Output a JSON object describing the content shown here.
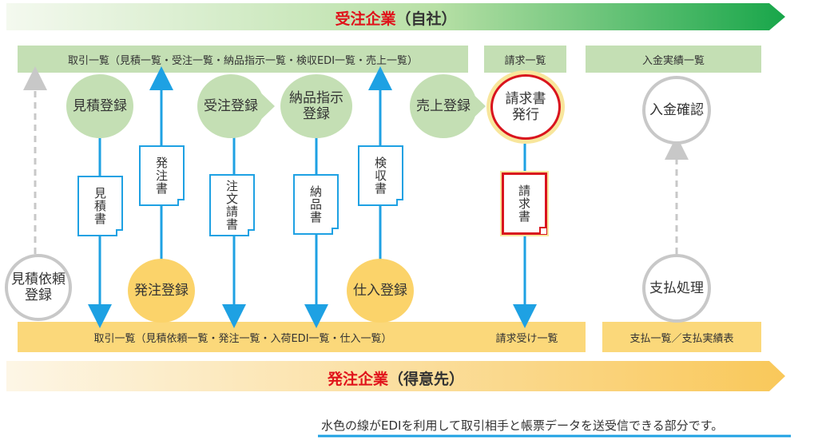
{
  "top_banner": {
    "title_red": "受注企業",
    "title_sub": "（自社）"
  },
  "bottom_banner": {
    "title_red": "発注企業",
    "title_sub": "（得意先）"
  },
  "top_bars": {
    "list1": "取引一覧（見積一覧・受注一覧・納品指示一覧・検収EDI一覧・売上一覧）",
    "list2": "請求一覧",
    "list3": "入金実績一覧"
  },
  "bottom_bars": {
    "list1": "取引一覧（見積依頼一覧・発注一覧・入荷EDI一覧・仕入一覧）",
    "list2": "請求受け一覧",
    "list3": "支払一覧／支払実績表"
  },
  "circles": {
    "quote_reg": "見積登録",
    "order_recv_reg": "受注登録",
    "delivery_reg": "納品指示\n登録",
    "sales_reg": "売上登録",
    "invoice_issue": "請求書\n発行",
    "payment_confirm": "入金確認",
    "quote_request_reg": "見積依頼\n登録",
    "order_reg": "発注登録",
    "purchase_reg": "仕入登録",
    "payment_process": "支払処理"
  },
  "docs": {
    "quote": "見積書",
    "order": "発注書",
    "order_note": "注文請書",
    "delivery": "納品書",
    "inspection": "検収書",
    "invoice": "請求書"
  },
  "note": "水色の線がEDIを利用して取引相手と帳票データを送受信できる部分です。",
  "colors": {
    "edi_line": "#1ea1e3",
    "highlight": "#d9141e",
    "green": "#c4dfb4",
    "yellow": "#fbd36a"
  }
}
